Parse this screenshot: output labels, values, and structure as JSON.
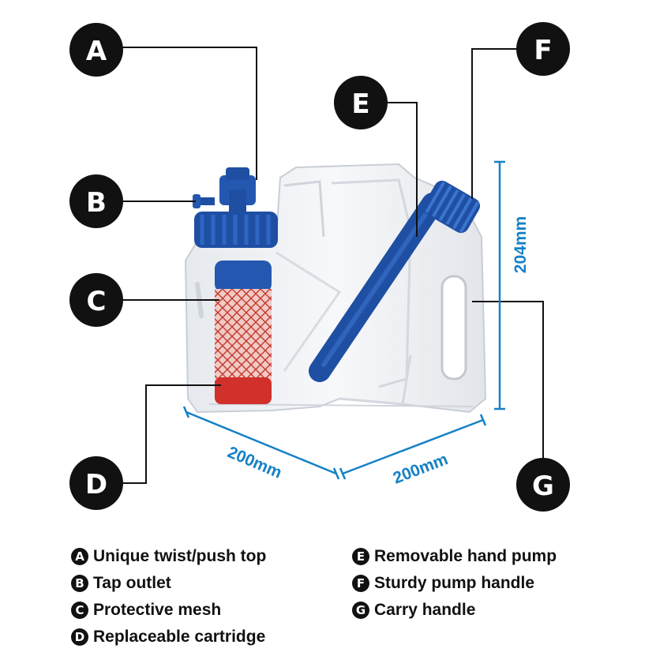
{
  "callouts": [
    {
      "letter": "A",
      "label": "Unique twist/push top"
    },
    {
      "letter": "B",
      "label": "Tap outlet"
    },
    {
      "letter": "C",
      "label": "Protective mesh"
    },
    {
      "letter": "D",
      "label": "Replaceable cartridge"
    },
    {
      "letter": "E",
      "label": "Removable hand pump"
    },
    {
      "letter": "F",
      "label": "Sturdy pump handle"
    },
    {
      "letter": "G",
      "label": "Carry handle"
    }
  ],
  "dimensions": {
    "height": "204mm",
    "width_left": "200mm",
    "width_right": "200mm"
  },
  "colors": {
    "dimension": "#1581c6",
    "callout_badge": "#111111",
    "pump_blue": "#1f4fa3",
    "cartridge_red": "#d1302b",
    "container": "#eef0f3"
  }
}
